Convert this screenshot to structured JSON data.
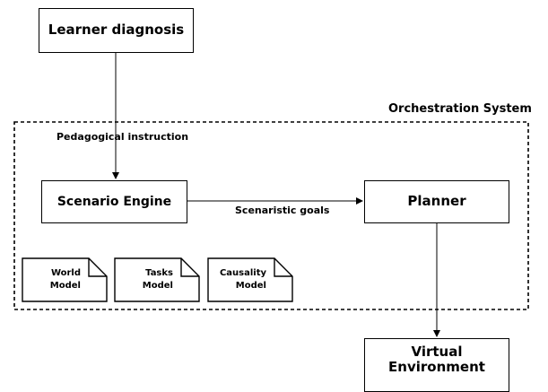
{
  "nodes": {
    "learner_diagnosis": "Learner diagnosis",
    "scenario_engine": "Scenario Engine",
    "planner": "Planner",
    "virtual_environment": {
      "line1": "Virtual",
      "line2": "Environment"
    }
  },
  "container": {
    "title": "Orchestration System"
  },
  "edges": {
    "pedagogical_instruction": "Pedagogical instruction",
    "scenaristic_goals": "Scenaristic goals"
  },
  "documents": [
    {
      "line1": "World",
      "line2": "Model"
    },
    {
      "line1": "Tasks",
      "line2": "Model"
    },
    {
      "line1": "Causality",
      "line2": "Model"
    }
  ]
}
